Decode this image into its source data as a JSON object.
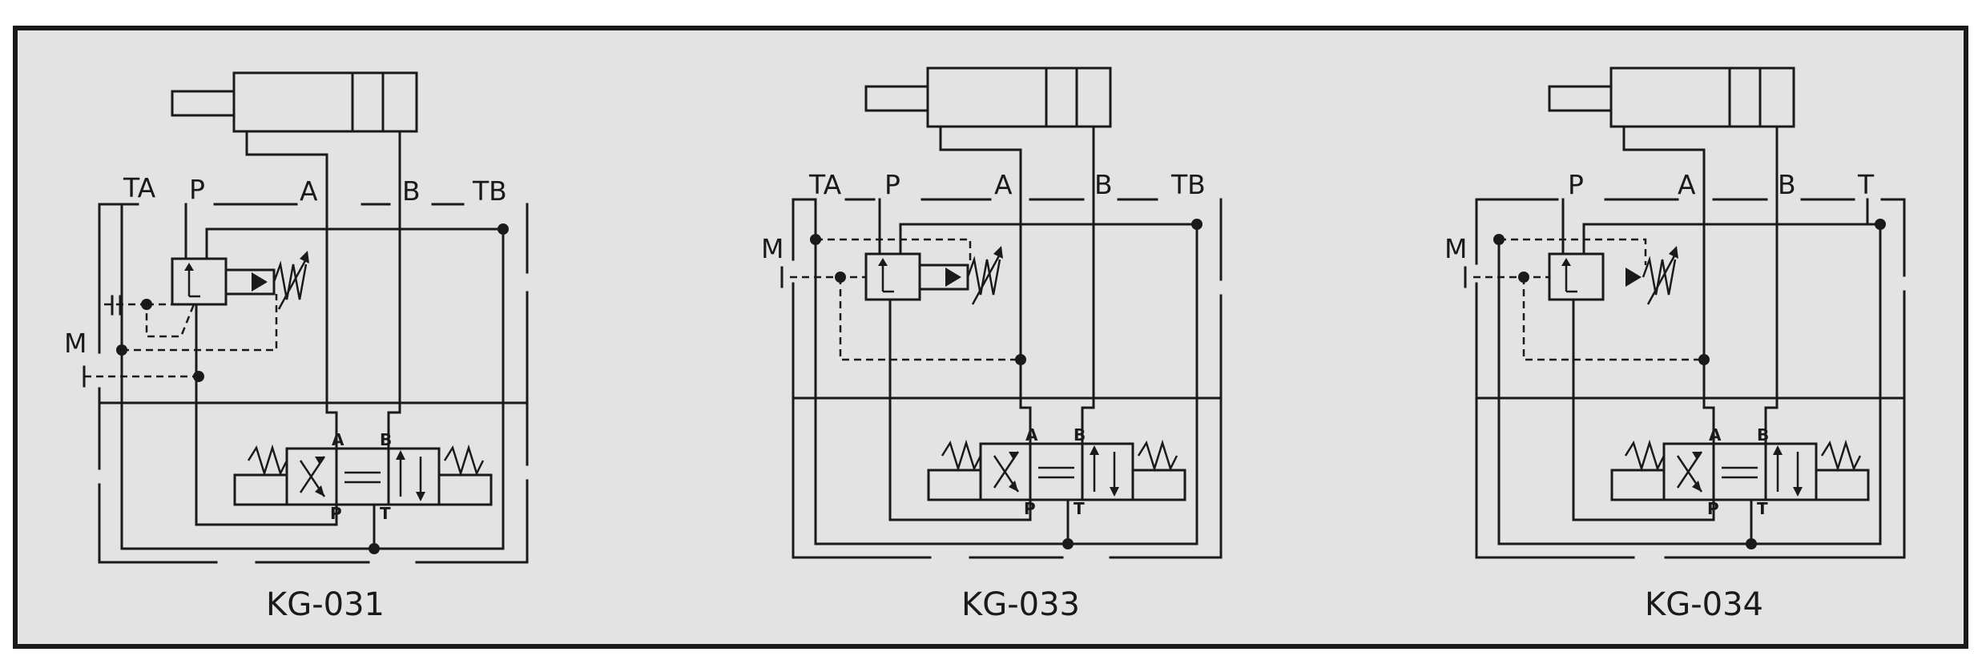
{
  "diagrams": [
    {
      "id": "kg-031",
      "caption": "KG-031",
      "ports": {
        "ta": "TA",
        "p": "P",
        "a": "A",
        "b": "B",
        "tb": "TB",
        "m": "M"
      },
      "valve_ports": {
        "a": "A",
        "b": "B",
        "p": "P",
        "t": "T"
      }
    },
    {
      "id": "kg-033",
      "caption": "KG-033",
      "ports": {
        "ta": "TA",
        "p": "P",
        "a": "A",
        "b": "B",
        "tb": "TB",
        "m": "M"
      },
      "valve_ports": {
        "a": "A",
        "b": "B",
        "p": "P",
        "t": "T"
      }
    },
    {
      "id": "kg-034",
      "caption": "KG-034",
      "ports": {
        "p": "P",
        "a": "A",
        "b": "B",
        "t": "T",
        "m": "M"
      },
      "valve_ports": {
        "a": "A",
        "b": "B",
        "p": "P",
        "t": "T"
      }
    }
  ]
}
